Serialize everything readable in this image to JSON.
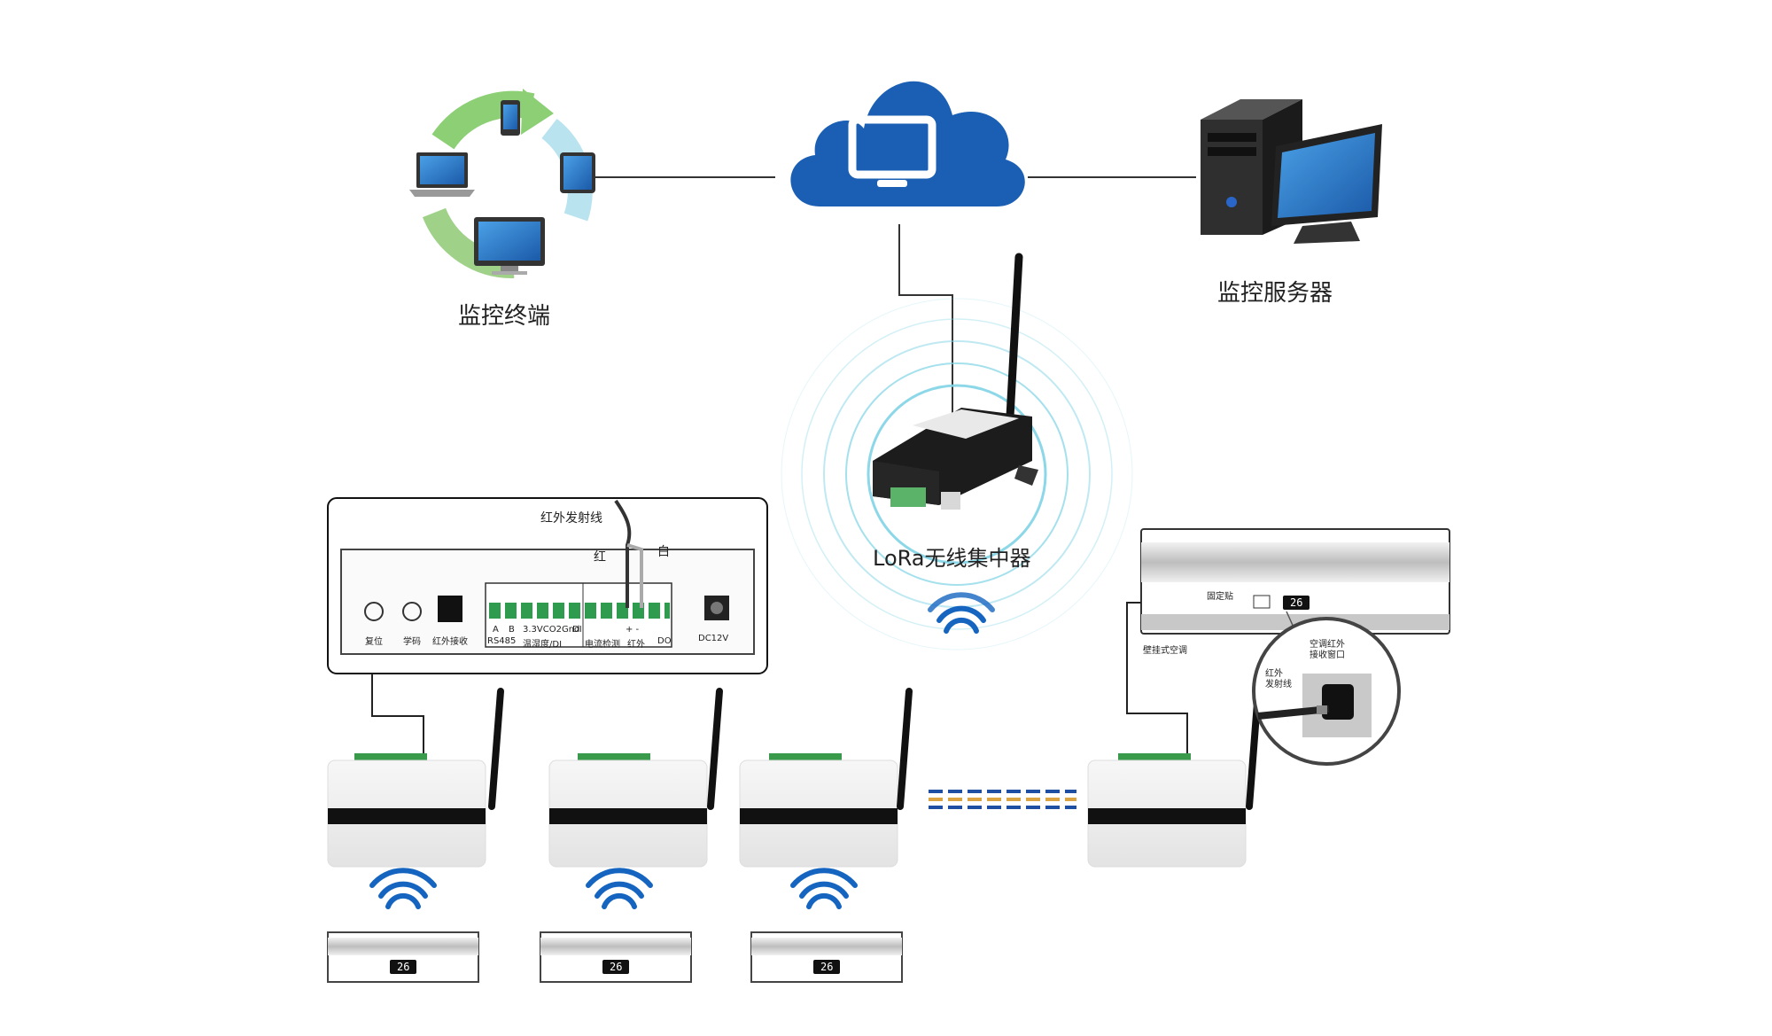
{
  "labels": {
    "monitor_terminal": "监控终端",
    "monitor_server": "监控服务器",
    "lora_hub": "LoRa无线集中器",
    "ir_emitter_line": "红外发射线",
    "wire_red": "红",
    "wire_white": "白",
    "wall_ac": "壁挂式空调",
    "fixed_sticker": "固定贴",
    "ac_ir_window": "空调红外\n接收窗口",
    "ir_emitter_line_zoom": "红外\n发射线"
  },
  "panel": {
    "reset": "复位",
    "learn": "学码",
    "ir_receive": "红外接收",
    "rs485": "RS485",
    "temp_humidity": "温湿度/DI",
    "current_detect": "电流检测",
    "infrared": "红外",
    "do": "DO",
    "dc12v": "DC12V",
    "ab_a": "A",
    "ab_b": "B",
    "pins_th": "3.3VCO2Gnd",
    "pins_di": "DI",
    "pins_ir": "+ -"
  },
  "ac_units": {
    "display_value": "26"
  },
  "colors": {
    "accent_blue": "#1565c0",
    "cloud_blue": "#1a5fb4",
    "dash_blue": "#1e4fa3",
    "dash_gold": "#d9a441",
    "terminal_green": "#7cc46a",
    "ring_cyan": "#7fd3e6"
  },
  "icons": [
    "cloud-monitor-icon",
    "wifi-signal-icon",
    "antenna-icon",
    "desktop-computer-icon",
    "phone-icon",
    "tablet-icon",
    "laptop-icon",
    "imac-icon"
  ]
}
